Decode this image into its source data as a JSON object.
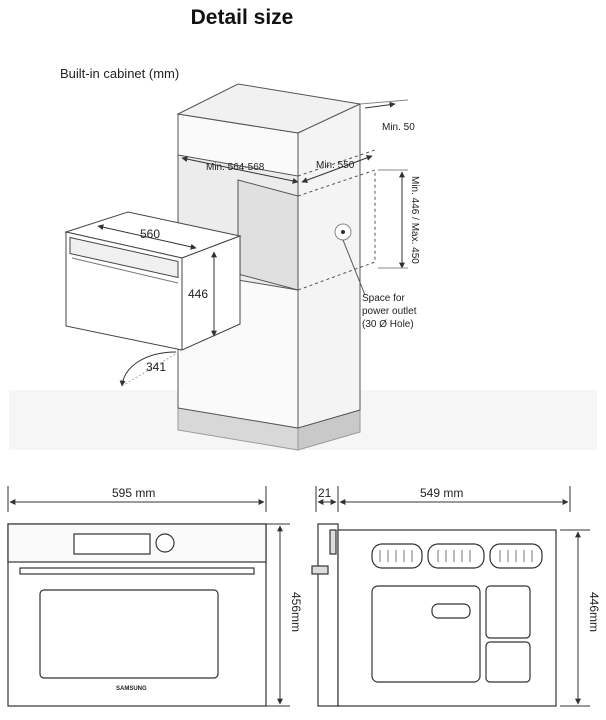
{
  "title": "Detail size",
  "cabinet": {
    "heading": "Built-in cabinet (mm)",
    "min_50": "Min. 50",
    "min_width": "Min. 564-568",
    "min_depth": "Min. 550",
    "height_range": "Min. 446 / Max. 450",
    "outlet_line1": "Space for",
    "outlet_line2": "power outlet",
    "outlet_line3": "(30 Ø Hole)"
  },
  "oven_iso": {
    "width": "560",
    "height": "446",
    "door_swing": "341"
  },
  "front_view": {
    "width": "595 mm",
    "height": "456mm",
    "brand": "SAMSUNG"
  },
  "side_view": {
    "front_depth": "21",
    "depth": "549 mm",
    "height": "446mm"
  }
}
